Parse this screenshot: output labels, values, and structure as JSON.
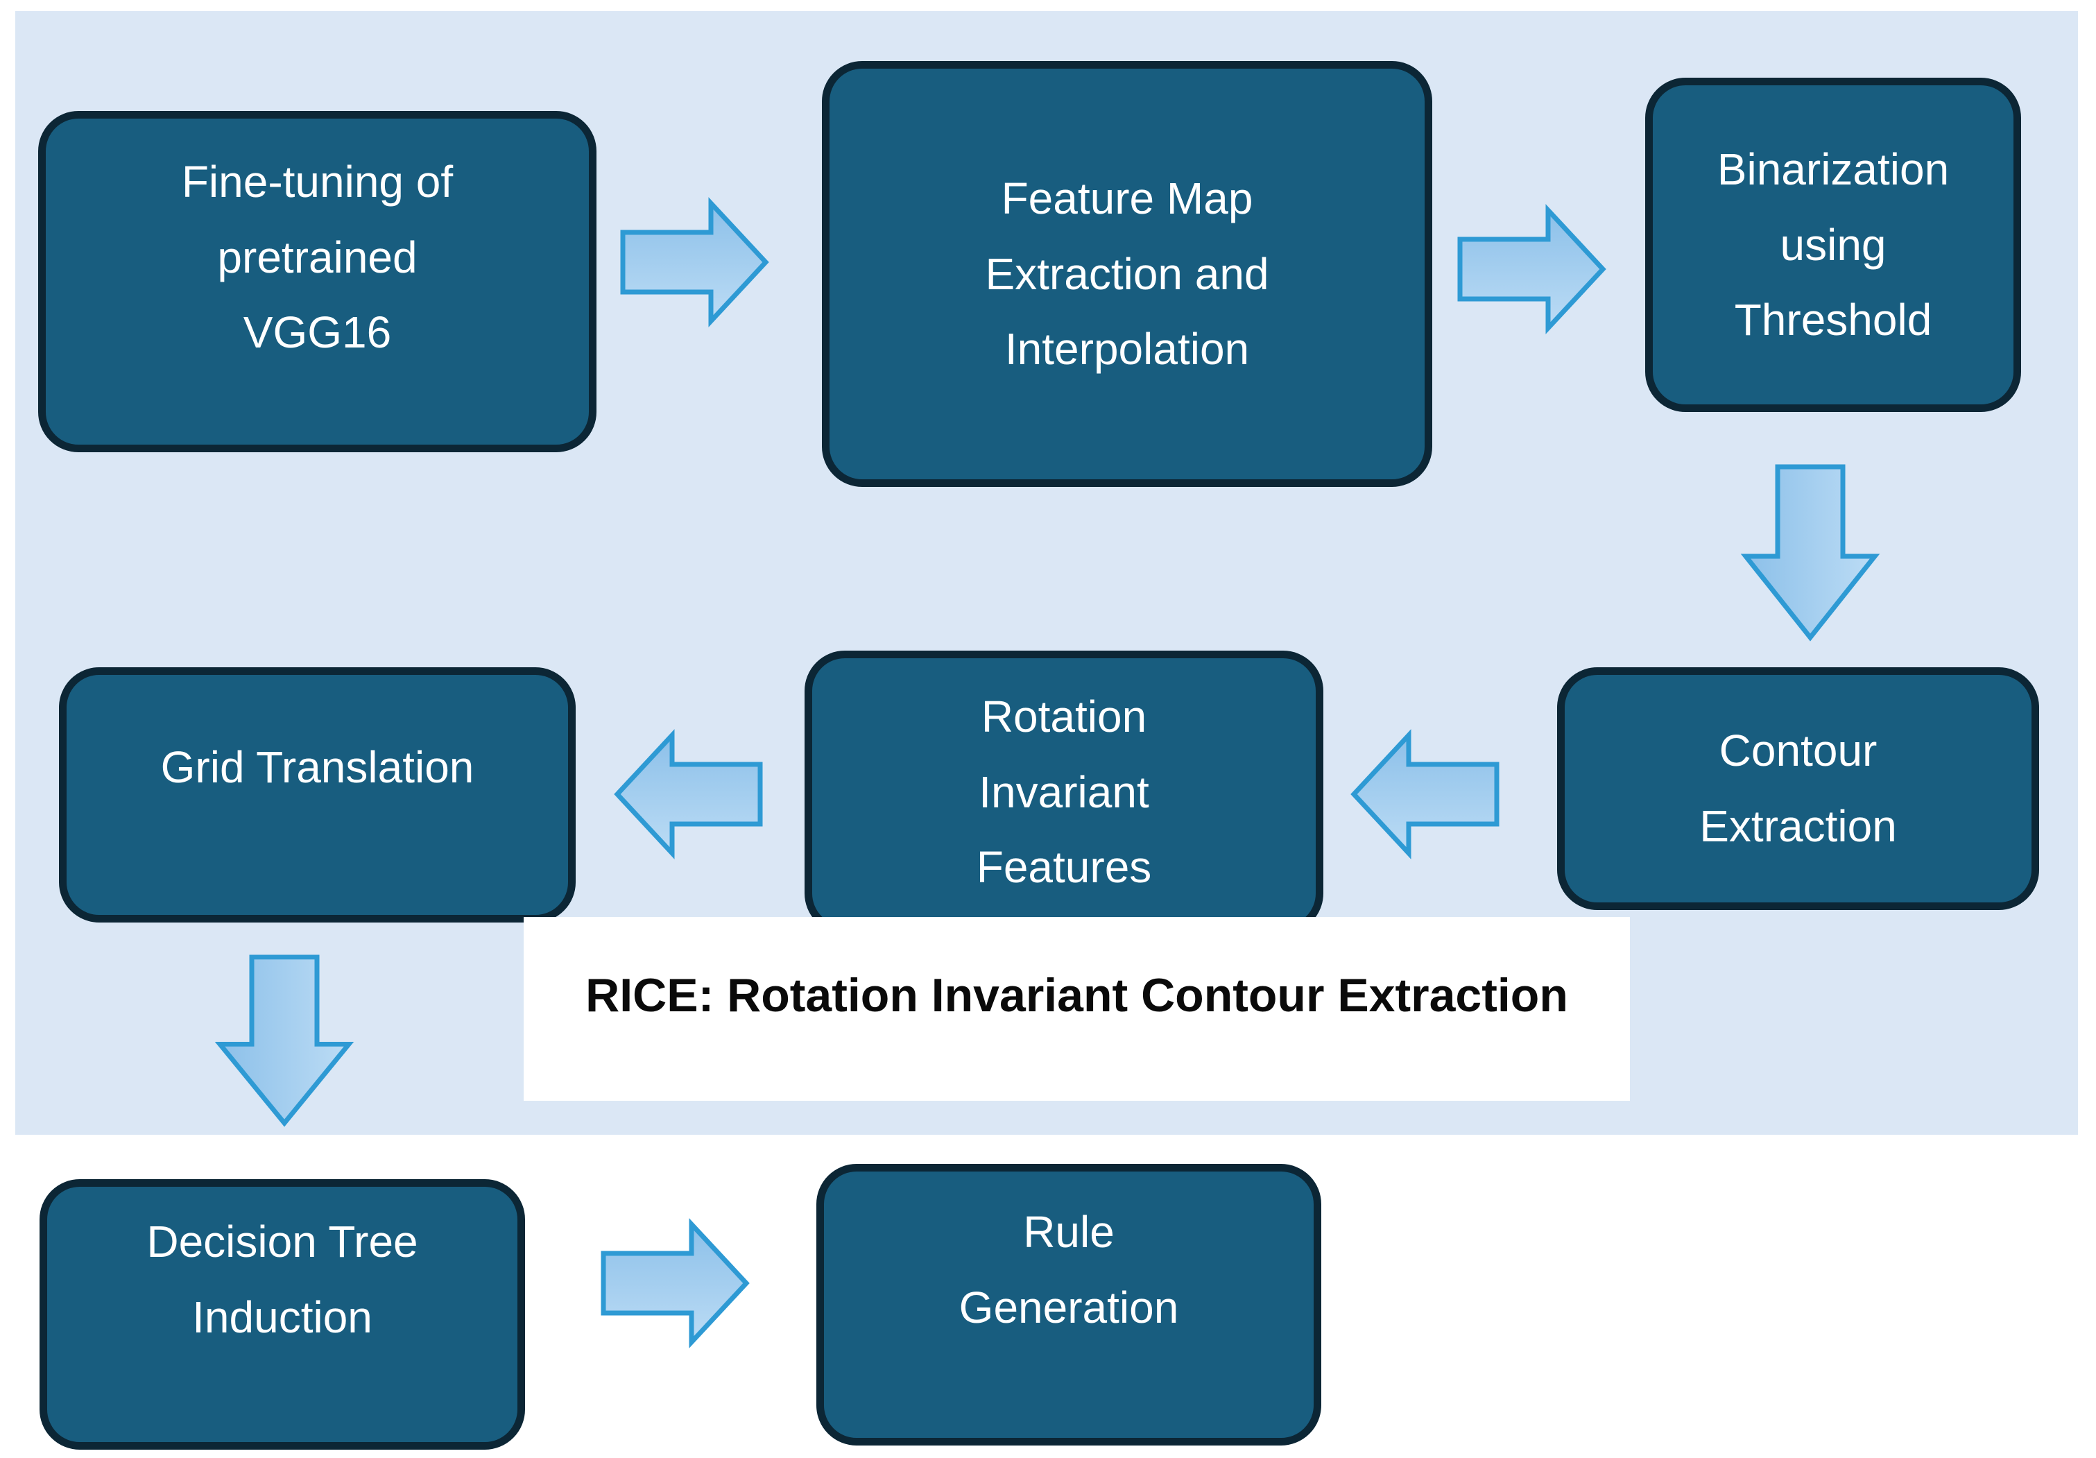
{
  "diagram": {
    "title": "RICE: Rotation Invariant Contour Extraction",
    "nodes": [
      {
        "id": "fine-tuning",
        "lines": [
          "Fine-tuning of",
          "pretrained",
          "VGG16"
        ]
      },
      {
        "id": "feature-map",
        "lines": [
          "Feature Map",
          "Extraction and",
          "Interpolation"
        ]
      },
      {
        "id": "binarization",
        "lines": [
          "Binarization",
          "using",
          "Threshold"
        ]
      },
      {
        "id": "contour-extraction",
        "lines": [
          "Contour",
          "Extraction"
        ]
      },
      {
        "id": "rotation-invariant",
        "lines": [
          "Rotation",
          "Invariant",
          "Features"
        ]
      },
      {
        "id": "grid-translation",
        "lines": [
          "Grid Translation"
        ]
      },
      {
        "id": "decision-tree",
        "lines": [
          "Decision Tree",
          "Induction"
        ]
      },
      {
        "id": "rule-generation",
        "lines": [
          "Rule",
          "Generation"
        ]
      }
    ],
    "edges": [
      {
        "from": "fine-tuning",
        "to": "feature-map",
        "direction": "right"
      },
      {
        "from": "feature-map",
        "to": "binarization",
        "direction": "right"
      },
      {
        "from": "binarization",
        "to": "contour-extraction",
        "direction": "down"
      },
      {
        "from": "contour-extraction",
        "to": "rotation-invariant",
        "direction": "left"
      },
      {
        "from": "rotation-invariant",
        "to": "grid-translation",
        "direction": "left"
      },
      {
        "from": "grid-translation",
        "to": "decision-tree",
        "direction": "down"
      },
      {
        "from": "decision-tree",
        "to": "rule-generation",
        "direction": "right"
      }
    ],
    "colors": {
      "canvas_background": "#ffffff",
      "panel_background": "#dbe7f5",
      "node_fill": "#185d7f",
      "node_border": "#0c2635",
      "node_text": "#ffffff",
      "arrow_fill_start": "#8cc0e9",
      "arrow_fill_end": "#bcdcf5",
      "arrow_stroke": "#2e9ad4",
      "label_background": "#ffffff",
      "label_text": "#0a0a0a"
    }
  }
}
